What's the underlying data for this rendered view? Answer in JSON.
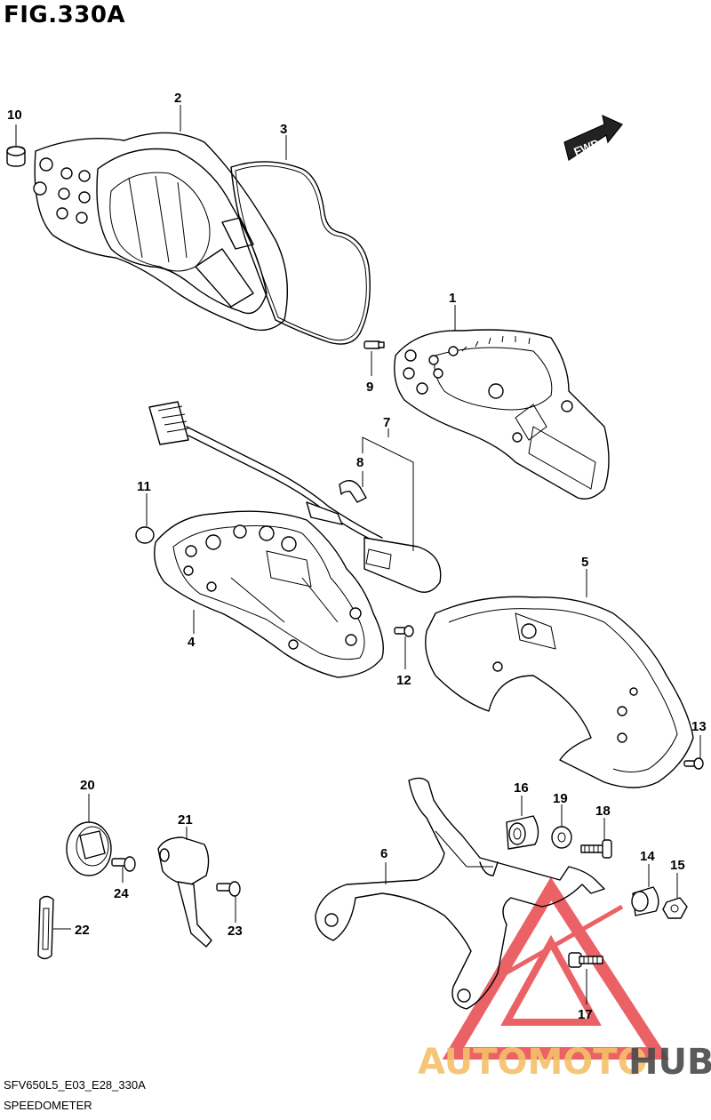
{
  "figure": {
    "title": "FIG.330A",
    "code": "SFV650L5_E03_E28_330A",
    "name": "SPEEDOMETER",
    "fwd_label": "FWD"
  },
  "watermark": {
    "part1": "AUTOMOTO",
    "part2": "HUB",
    "color_auto": "#f5c06a",
    "color_hub": "#4a4a4a",
    "logo_color": "#e8474c"
  },
  "callouts": [
    "1",
    "2",
    "3",
    "4",
    "5",
    "6",
    "7",
    "8",
    "9",
    "10",
    "11",
    "12",
    "13",
    "14",
    "15",
    "16",
    "17",
    "18",
    "19",
    "20",
    "21",
    "22",
    "23",
    "24"
  ]
}
